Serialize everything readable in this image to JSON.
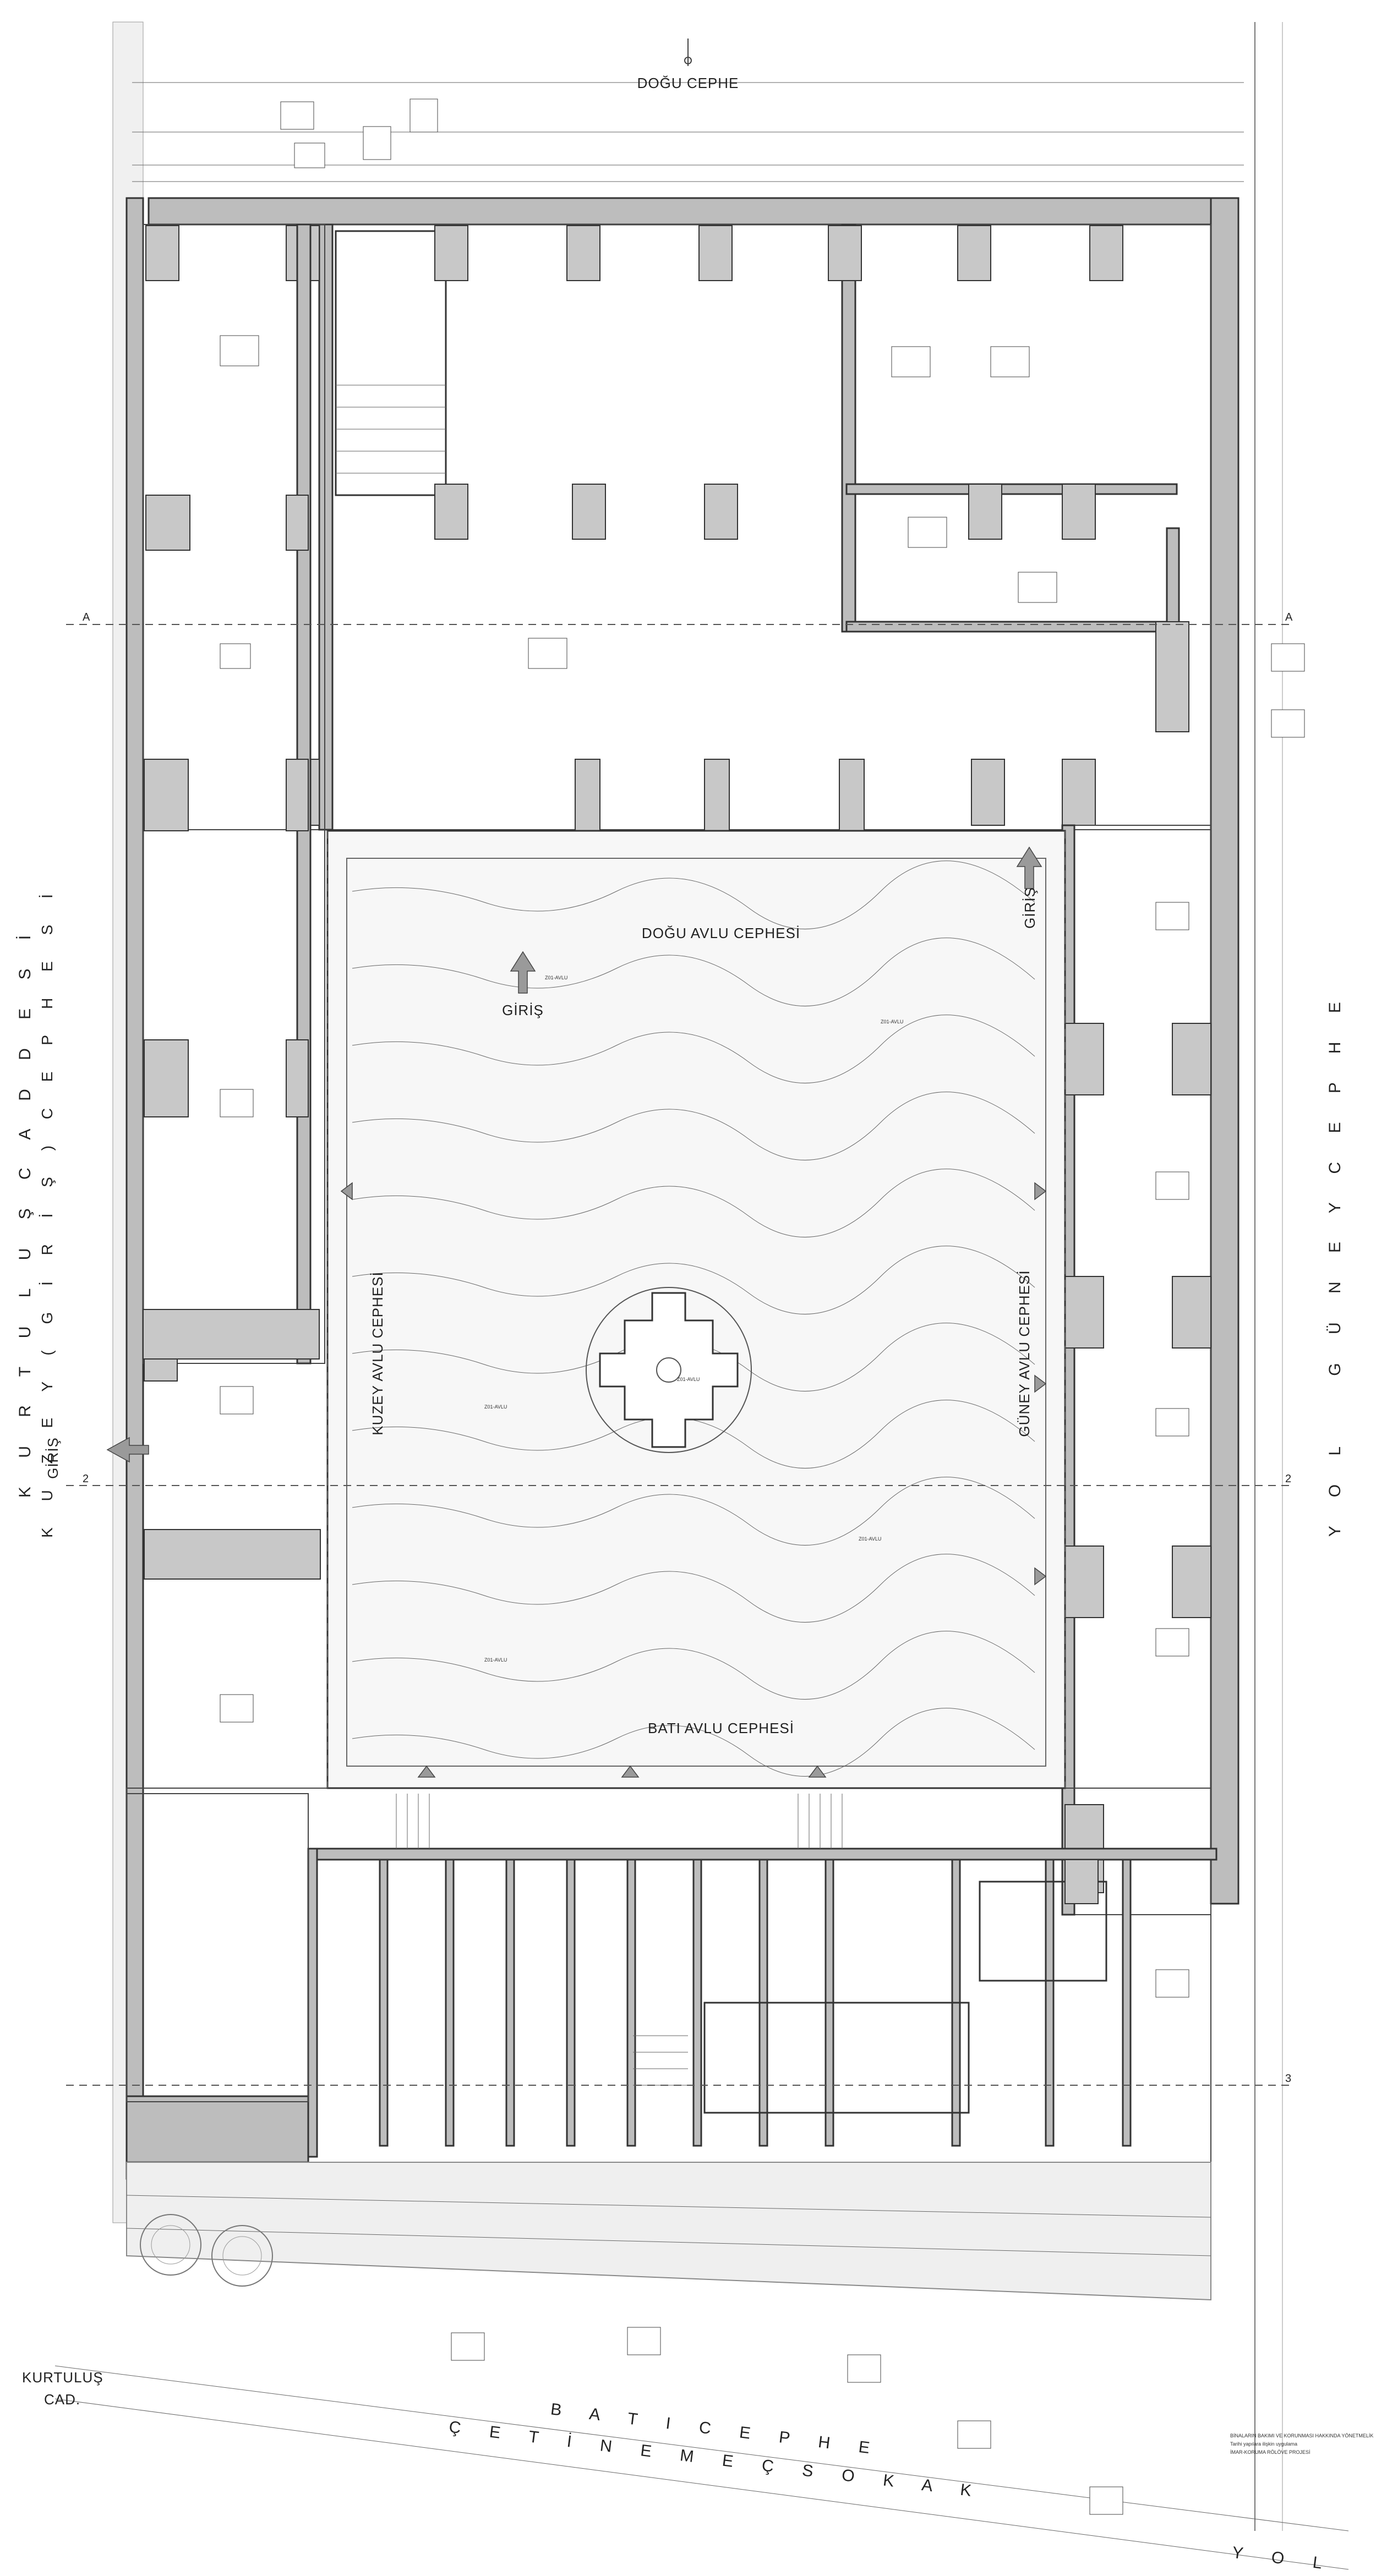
{
  "facade_labels": {
    "east_top": "DOĞU CEPHE",
    "east_courtyard": "DOĞU AVLU CEPHESİ",
    "west_courtyard": "BATI AVLU CEPHESİ",
    "north_courtyard": "KUZEY AVLU CEPHESİ",
    "south_courtyard": "GÜNEY AVLU CEPHESİ",
    "north_outer_line1": "K U R T U L U Ş   C A D D E S İ",
    "north_outer_line2": "K U Z E Y  ( G İ R İ Ş )  C E P H E S İ",
    "south_outer": "G Ü N E Y   C E P H E",
    "south_outer_road": "Y O L",
    "west_bottom_line1": "B A T I   C E P H E",
    "west_bottom_line2": "Ç E T İ N  E M E Ç  S O K A K",
    "kurtulus_line1": "KURTULUŞ",
    "kurtulus_line2": "CAD.",
    "bottom_road": "Y O L"
  },
  "entrances": {
    "giris_1": "GİRİŞ",
    "giris_2": "GİRİŞ",
    "giris_3": "GİRİŞ"
  },
  "courtyard_tags": {
    "z01_a": "Z01-AVLU",
    "z01_b": "Z01-AVLU",
    "z01_c": "Z01-AVLU",
    "z01_d": "Z01-AVLU",
    "z01_e": "Z01-AVLU",
    "z01_f": "Z01-AVLU"
  },
  "notes": {
    "note_title": "BİNALARIN BAKIMI VE KORUNMASI HAKKINDA YÖNETMELİK",
    "note_line1": "Tarihi yapılara ilişkin uygulama",
    "note_line2": "İMAR-KORUMA RÖLÖVE PROJESİ"
  },
  "grid_marks": {
    "axis_A_left": "A",
    "axis_A_right": "A",
    "axis_2_left": "2",
    "axis_2_right": "2",
    "axis_3_right": "3"
  }
}
